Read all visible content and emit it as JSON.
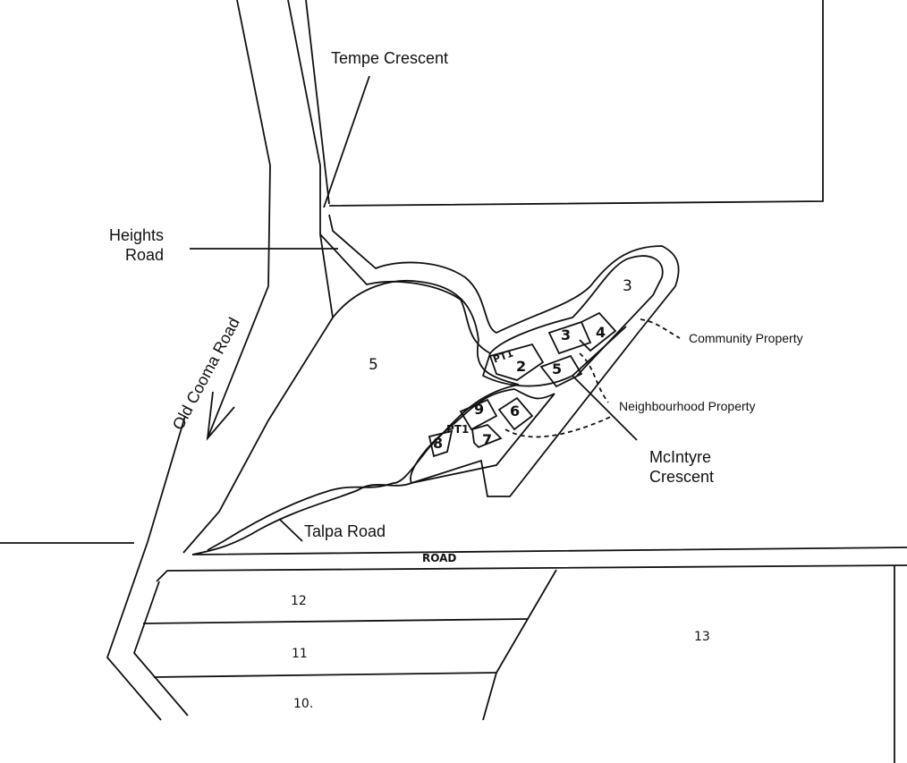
{
  "roads": {
    "tempe": "Tempe Crescent",
    "heights_1": "Heights",
    "heights_2": "Road",
    "old_cooma": "Old Cooma Road",
    "talpa": "Talpa Road",
    "road": "ROAD",
    "mcintyre_1": "McIntyre",
    "mcintyre_2": "Crescent"
  },
  "legend": {
    "community": "Community Property",
    "neighbourhood": "Neighbourhood Property"
  },
  "lots": {
    "big5": "5",
    "top3": "3",
    "l3": "3",
    "l4": "4",
    "pt1a": "PT1",
    "l2": "2",
    "l5": "5",
    "l9": "9",
    "l6": "6",
    "pt1b": "PT1",
    "l8": "8",
    "l7": "7",
    "l12": "12",
    "l11": "11",
    "l10": "10.",
    "l13": "13"
  }
}
